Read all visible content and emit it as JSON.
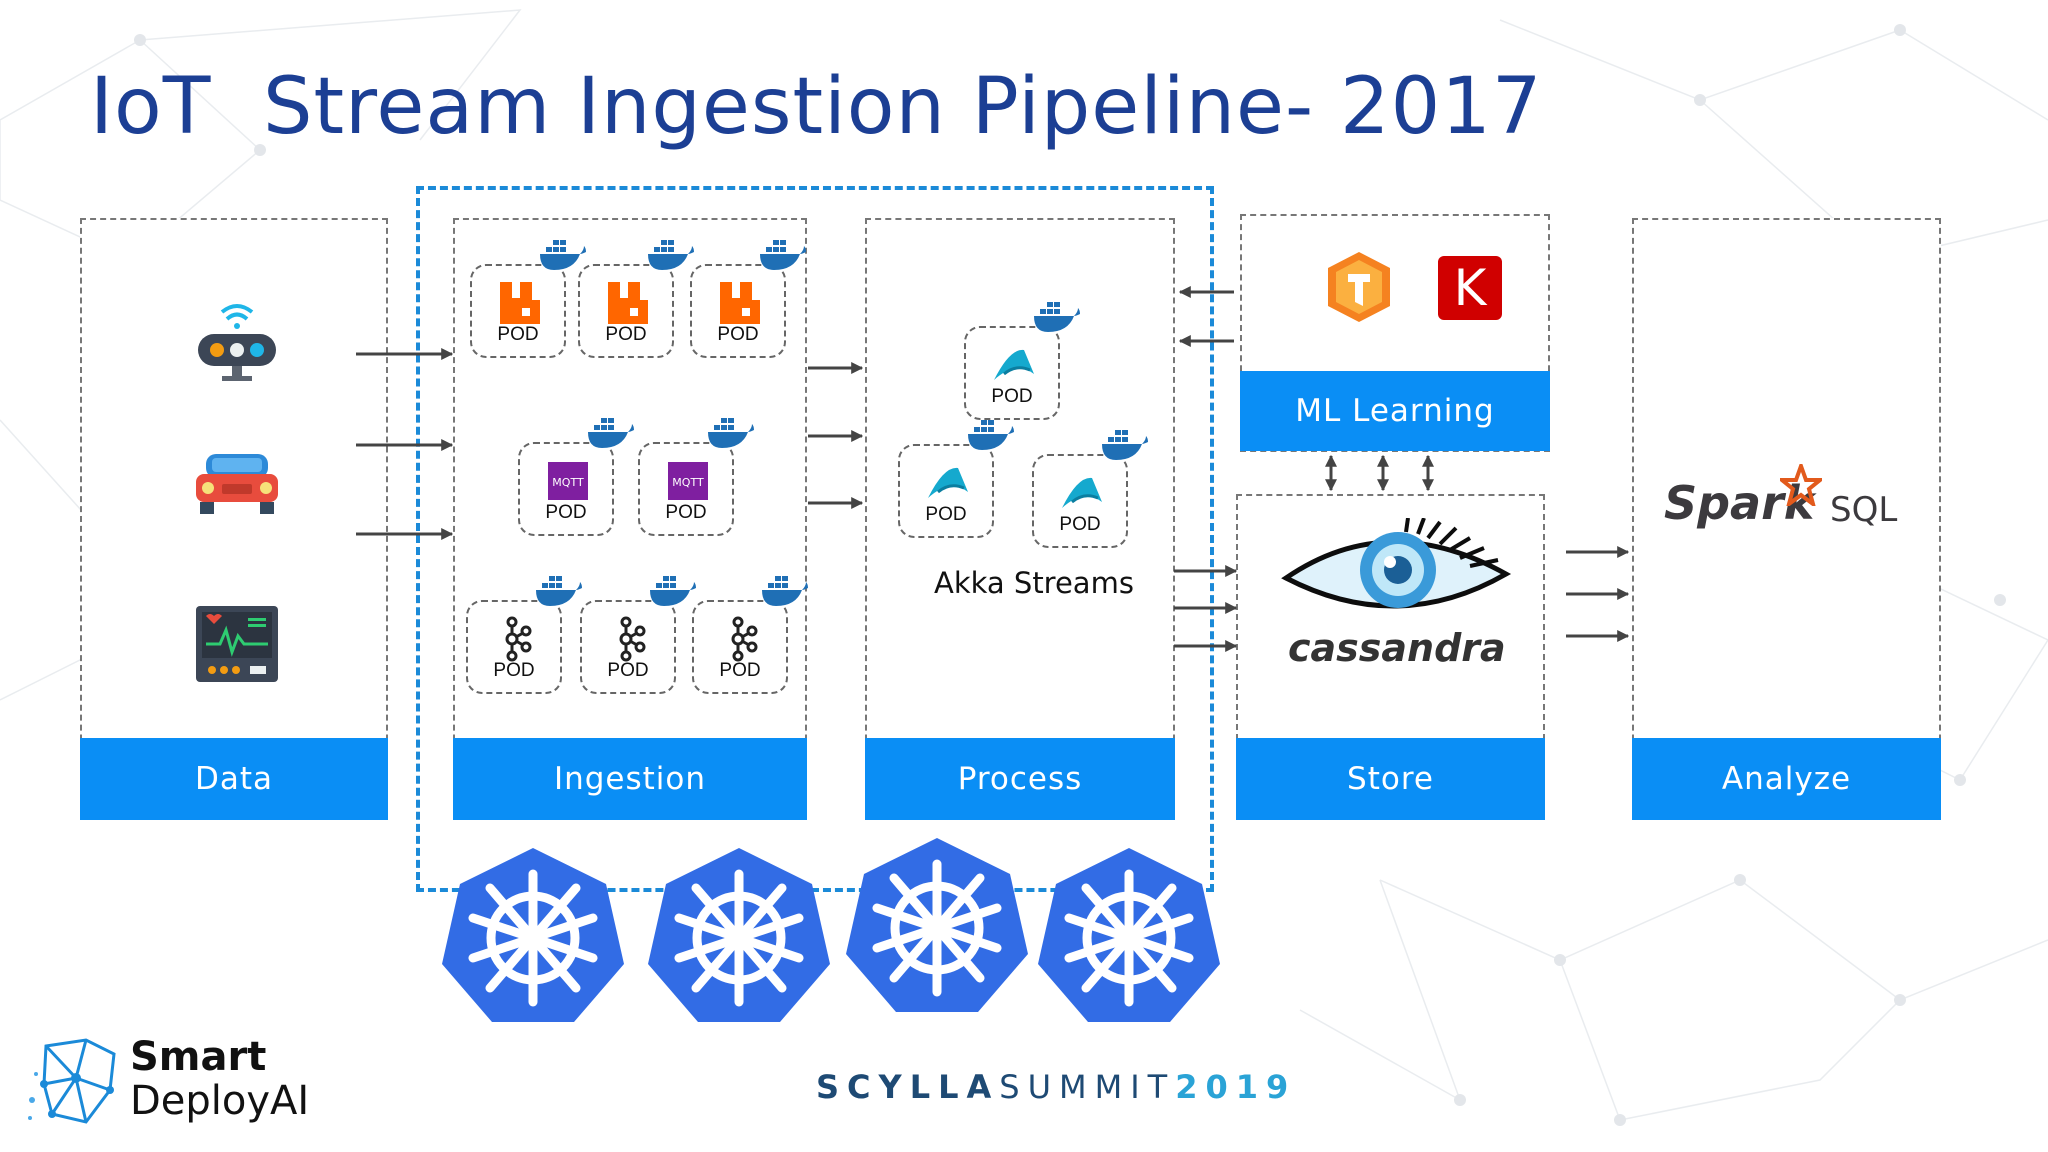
{
  "title": "IoT  Stream Ingestion Pipeline- 2017",
  "colors": {
    "band": "#0a8ef5",
    "title": "#1c3f94",
    "k8s": "#326ce5",
    "boundary": "#1b8ad8"
  },
  "stages": {
    "data": "Data",
    "ingestion": "Ingestion",
    "process": "Process",
    "store": "Store",
    "analyze": "Analyze",
    "ml": "ML Learning"
  },
  "pod_label": "POD",
  "akka_label": "Akka Streams",
  "store_logo": "cassandra",
  "analyze_logo": {
    "spark": "Spark",
    "sql": "SQL"
  },
  "ml_icons": [
    "tensorflow-icon",
    "keras-icon"
  ],
  "ml_keras_letter": "K",
  "data_icons": [
    "smart-sensor-icon",
    "car-icon",
    "health-monitor-icon"
  ],
  "mqtt_text": "MQTT",
  "logo": {
    "line1": "Smart",
    "line2": "DeployAI"
  },
  "footer": {
    "part1": "SCYLLA",
    "part2": "SUMMIT",
    "part3": "2019"
  }
}
